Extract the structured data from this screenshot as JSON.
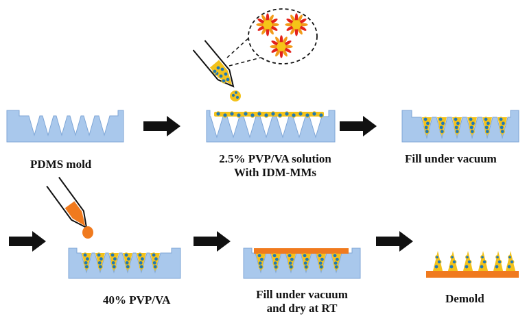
{
  "colors": {
    "mold": "#a9c8ec",
    "mold_edge": "#7fa6d6",
    "solution": "#f3c21b",
    "particle": "#1f78b4",
    "orange": "#f07a1e",
    "arrow": "#111111",
    "flower_red": "#e3221b",
    "flower_yellow": "#f5c518"
  },
  "icons": [
    "pipette-icon",
    "flower-particle-icon",
    "process-arrow-icon"
  ],
  "steps": [
    {
      "label": "PDMS mold"
    },
    {
      "label_line1": "2.5% PVP/VA solution",
      "label_line2": "With IDM-MMs"
    },
    {
      "label": "Fill under vacuum"
    },
    {
      "label": "40% PVP/VA"
    },
    {
      "label_line1": "Fill under vacuum",
      "label_line2": "and dry at RT"
    },
    {
      "label": "Demold"
    }
  ]
}
